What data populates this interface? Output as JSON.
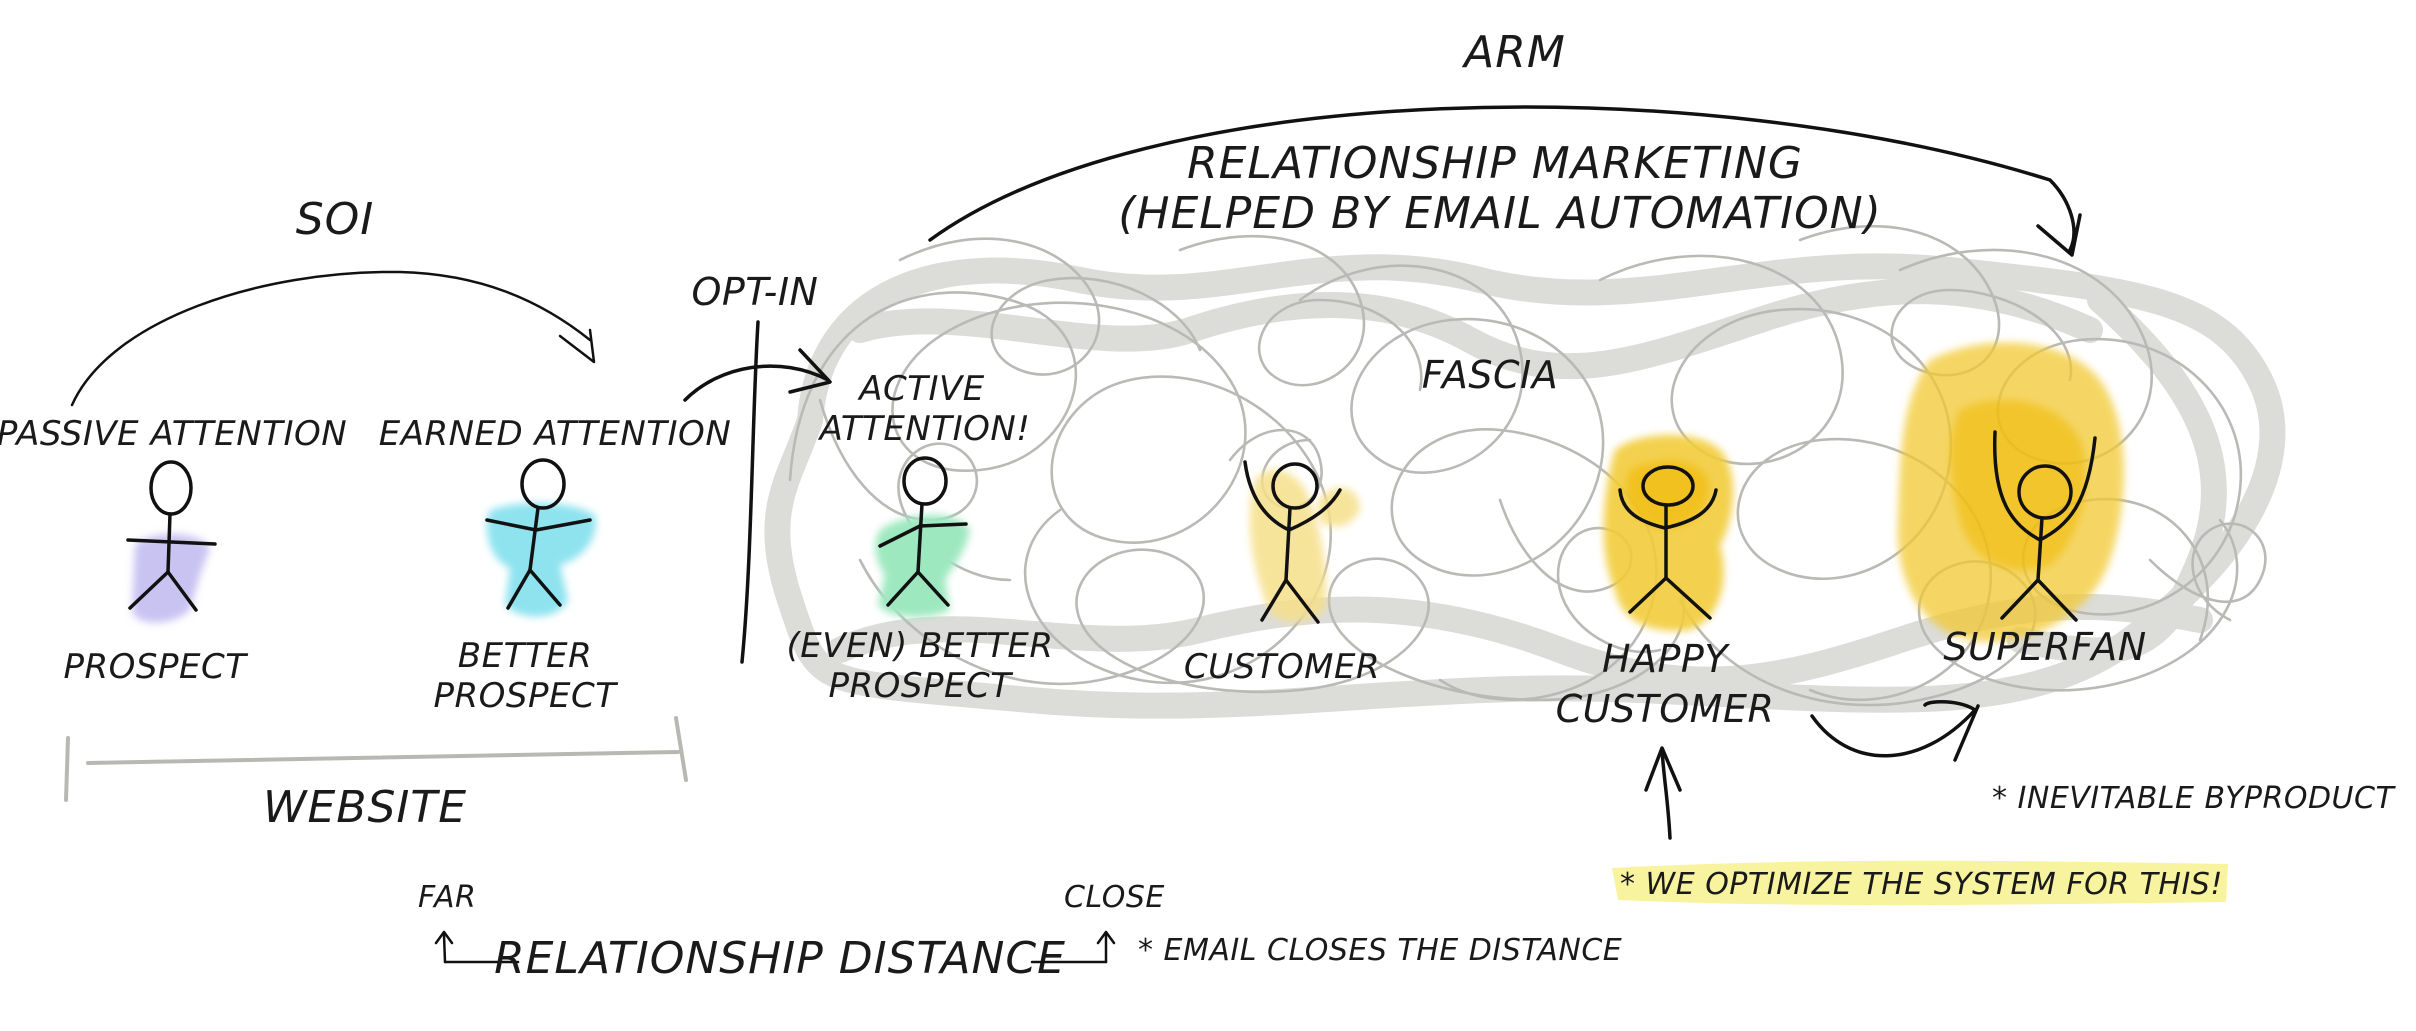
{
  "top_labels": {
    "arm": "ARM",
    "relationship_marketing_line1": "RELATIONSHIP MARKETING",
    "relationship_marketing_line2": "(HELPED BY EMAIL AUTOMATION)",
    "soi": "SOI",
    "opt_in": "OPT-IN",
    "fascia": "FASCIA"
  },
  "stages": [
    {
      "top_label": "PASSIVE ATTENTION",
      "name": "PROSPECT",
      "name_line2": "",
      "color": "#c9c3f2"
    },
    {
      "top_label": "EARNED ATTENTION",
      "name": "BETTER",
      "name_line2": "PROSPECT",
      "color": "#8ee3ef"
    },
    {
      "top_label": "ACTIVE",
      "top_label_line2": "ATTENTION!",
      "name": "(EVEN) BETTER",
      "name_line2": "PROSPECT",
      "color": "#9ee8c0"
    },
    {
      "name": "CUSTOMER",
      "color": "#f6e08a"
    },
    {
      "name": "HAPPY",
      "name_line2": "CUSTOMER",
      "color": "#f2cc3a"
    },
    {
      "name": "SUPERFAN",
      "color": "#f2c932"
    }
  ],
  "website_label": "WEBSITE",
  "notes": {
    "inevitable": "* INEVITABLE BYPRODUCT",
    "optimize": "* WE OPTIMIZE THE SYSTEM FOR THIS!",
    "email_closes": "* EMAIL CLOSES THE DISTANCE"
  },
  "distance_axis": {
    "far": "FAR",
    "close": "CLOSE",
    "label": "RELATIONSHIP DISTANCE"
  },
  "colors": {
    "ink": "#111111",
    "scribble": "#c8c8c4",
    "highlight": "#f8f29a"
  }
}
